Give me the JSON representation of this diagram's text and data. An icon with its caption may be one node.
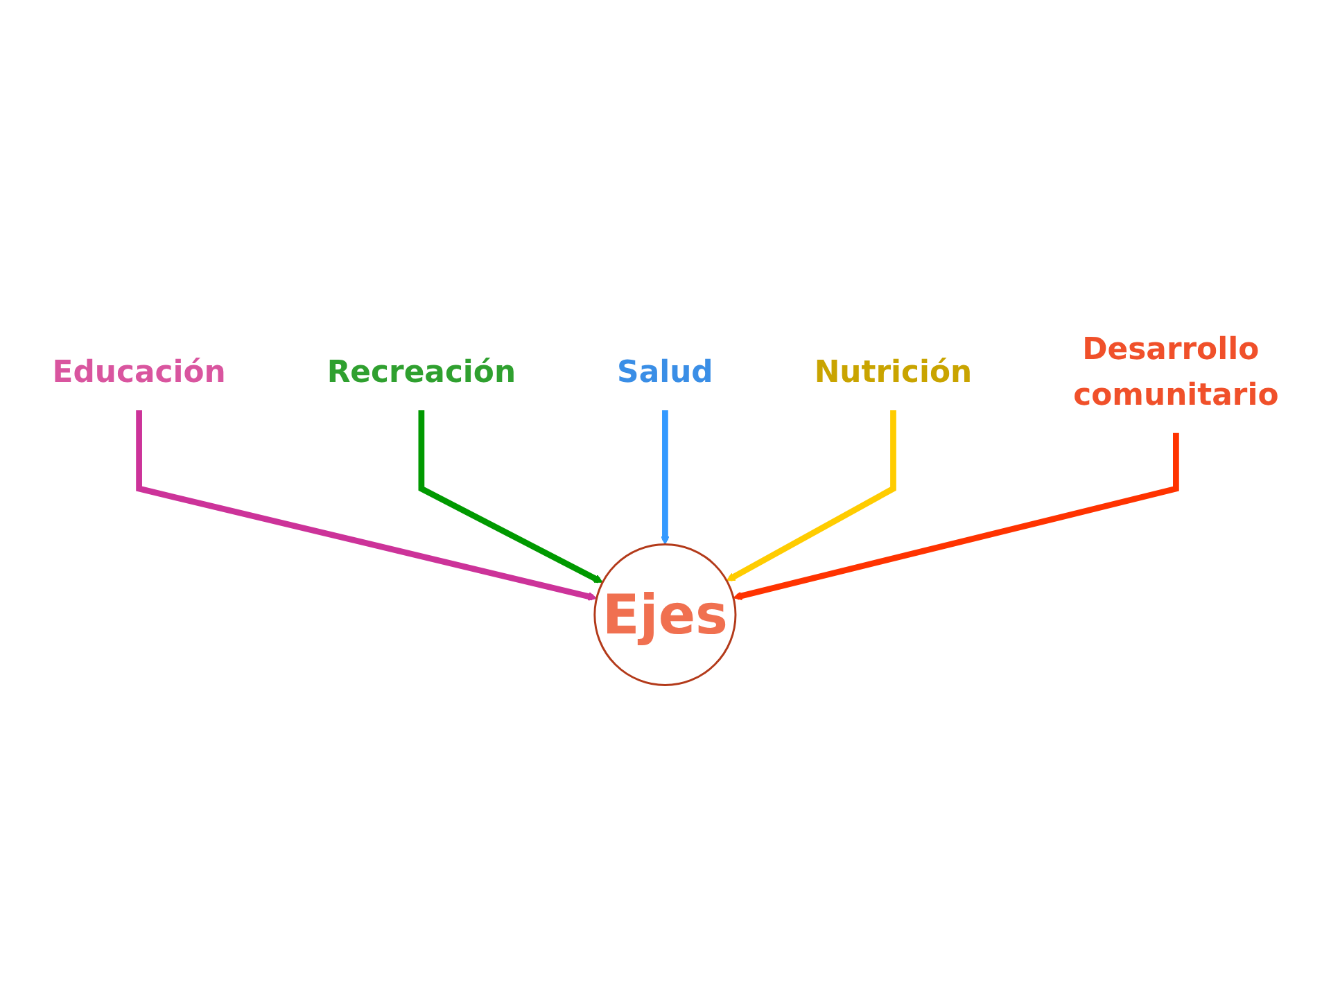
{
  "diagram": {
    "nodes": [
      {
        "text": [
          "Ejes"
        ]
      },
      {
        "text": [
          "Educación"
        ]
      },
      {
        "text": [
          "Recreación"
        ]
      },
      {
        "text": [
          "Salud"
        ]
      },
      {
        "text": [
          "Nutrición"
        ]
      },
      {
        "text": [
          "Desarrollo comunitario"
        ]
      }
    ],
    "edges": [
      {
        "from": 1,
        "to": 0,
        "arrow": "to",
        "color": "#cc3399"
      },
      {
        "from": 2,
        "to": 0,
        "arrow": "to",
        "color": "#009900"
      },
      {
        "from": 3,
        "to": 0,
        "arrow": "to",
        "color": "#3399ff"
      },
      {
        "from": 4,
        "to": 0,
        "arrow": "to",
        "color": "#ffcc00"
      },
      {
        "from": 5,
        "to": 0,
        "arrow": "to",
        "color": "#ff3300"
      }
    ]
  }
}
